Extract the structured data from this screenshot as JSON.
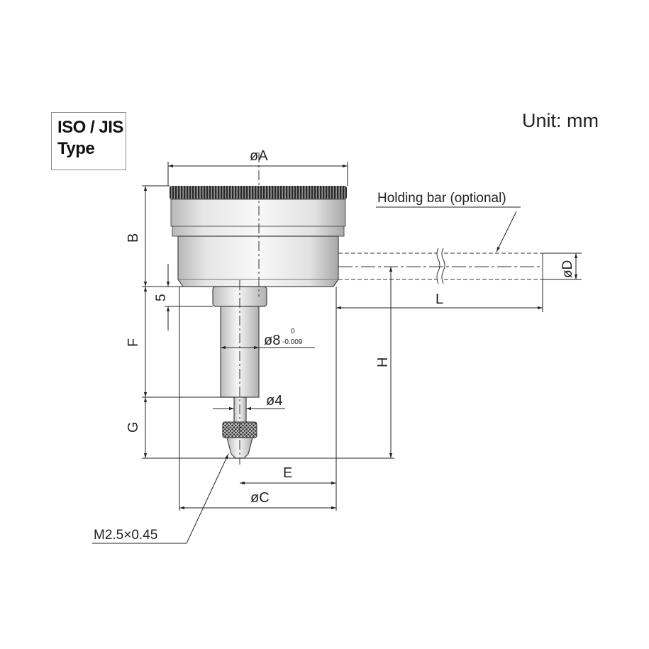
{
  "title": {
    "line1": "ISO / JIS",
    "line2": "Type"
  },
  "unit": "Unit: mm",
  "dimensions": {
    "dia_A": "øA",
    "B": "B",
    "five": "5",
    "F": "F",
    "G": "G",
    "H": "H",
    "E": "E",
    "dia_C": "øC",
    "L": "L",
    "dia_D": "øD",
    "stem_dia": "ø8",
    "stem_tol_upper": "0",
    "stem_tol_lower": "-0.009",
    "tip_dia": "ø4"
  },
  "callouts": {
    "holding_bar": "Holding bar (optional)",
    "thread": "M2.5×0.45"
  },
  "colors": {
    "line": "#222222",
    "body_light": "#f4f4f4",
    "body_mid": "#dcdcdc",
    "body_dark": "#9a9a9a"
  }
}
